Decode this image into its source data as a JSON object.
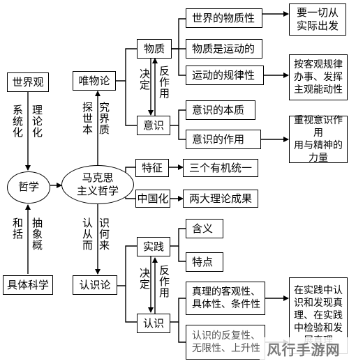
{
  "nodes": {
    "worldview": "世界观",
    "philosophy": "哲学",
    "science": "具体科学",
    "marxism": "马克思\n主义哲学",
    "materialism": "唯物论",
    "matter": "物质",
    "consciousness": "意识",
    "matter_material": "世界的物质性",
    "matter_motion": "物质是运动的",
    "motion_law": "运动的规律性",
    "from_reality": "要一切从\n实际出发",
    "objective_law": "按客观规律\n办事、发挥\n主观能动性",
    "consciousness_essence": "意识的本质",
    "consciousness_role": "意识的作用",
    "value_consciousness": "重视意识作用\n用与精神的\n力量",
    "features": "特征",
    "three_unity": "三个有机统一",
    "sinicization": "中国化",
    "two_theories": "两大理论成果",
    "epistemology": "认识论",
    "practice": "实践",
    "meaning": "含义",
    "characteristics": "特点",
    "cognition": "认识",
    "truth_properties": "真理的客观性、\n具体性、条件性",
    "cognition_repetition": "认识的反复性、\n无限性、上升性",
    "truth_practice": "在实践中认\n识和发现真\n理、在实践\n中检验和发\n展真理"
  },
  "labels": {
    "systemized": "系统化",
    "theorized": "理论化",
    "abstract": "抽象",
    "generalize": "和括",
    "generalize2": "概",
    "explore_world": "探世本",
    "world_essence": "究界质",
    "cognition_from": "认从而",
    "cognition_how": "识何来",
    "decide1": "决定",
    "react1": "反作用",
    "decide2": "决定",
    "react2": "反作用"
  },
  "watermark": "风行手游网"
}
